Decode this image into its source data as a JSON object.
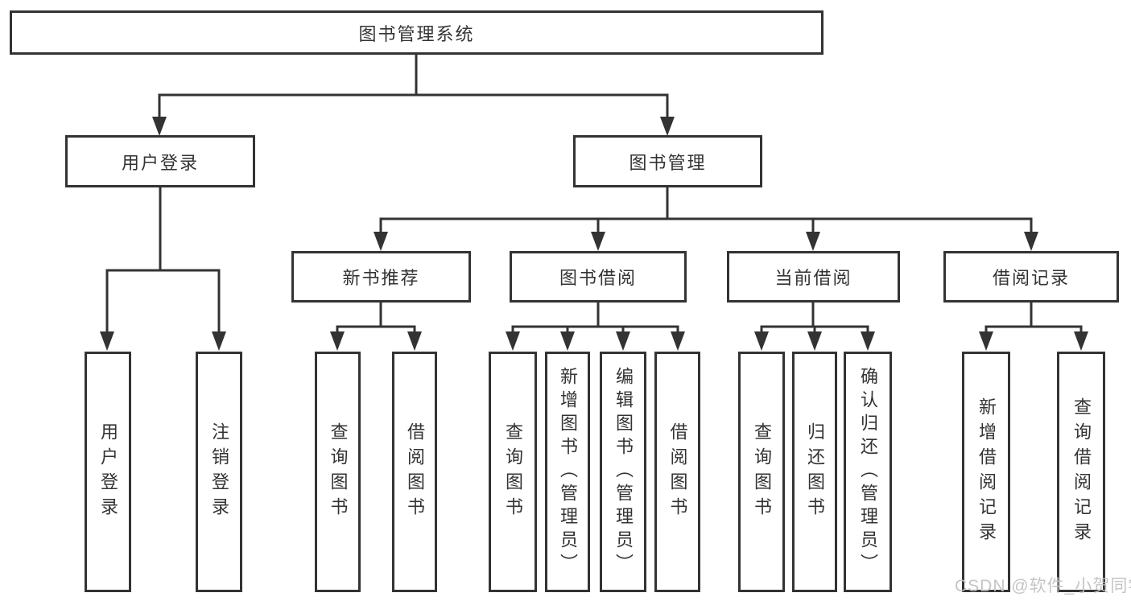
{
  "diagram": {
    "root": {
      "label": "图书管理系统"
    },
    "level2": [
      {
        "label": "用户登录"
      },
      {
        "label": "图书管理"
      }
    ],
    "level3": [
      {
        "label": "新书推荐"
      },
      {
        "label": "图书借阅"
      },
      {
        "label": "当前借阅"
      },
      {
        "label": "借阅记录"
      }
    ],
    "leaves": [
      {
        "label": "用户登录"
      },
      {
        "label": "注销登录"
      },
      {
        "label": "查询图书"
      },
      {
        "label": "借阅图书"
      },
      {
        "label": "查询图书"
      },
      {
        "label": "新增图书（管理员）"
      },
      {
        "label": "编辑图书（管理员）"
      },
      {
        "label": "借阅图书"
      },
      {
        "label": "查询图书"
      },
      {
        "label": "归还图书"
      },
      {
        "label": "确认归还（管理员）"
      },
      {
        "label": "新增借阅记录"
      },
      {
        "label": "查询借阅记录"
      }
    ],
    "watermark": "CSDN @软件_小贺同学",
    "colors": {
      "line": "#333333",
      "text": "#333333",
      "watermark": "#c2c2c2",
      "background": "#ffffff"
    }
  }
}
